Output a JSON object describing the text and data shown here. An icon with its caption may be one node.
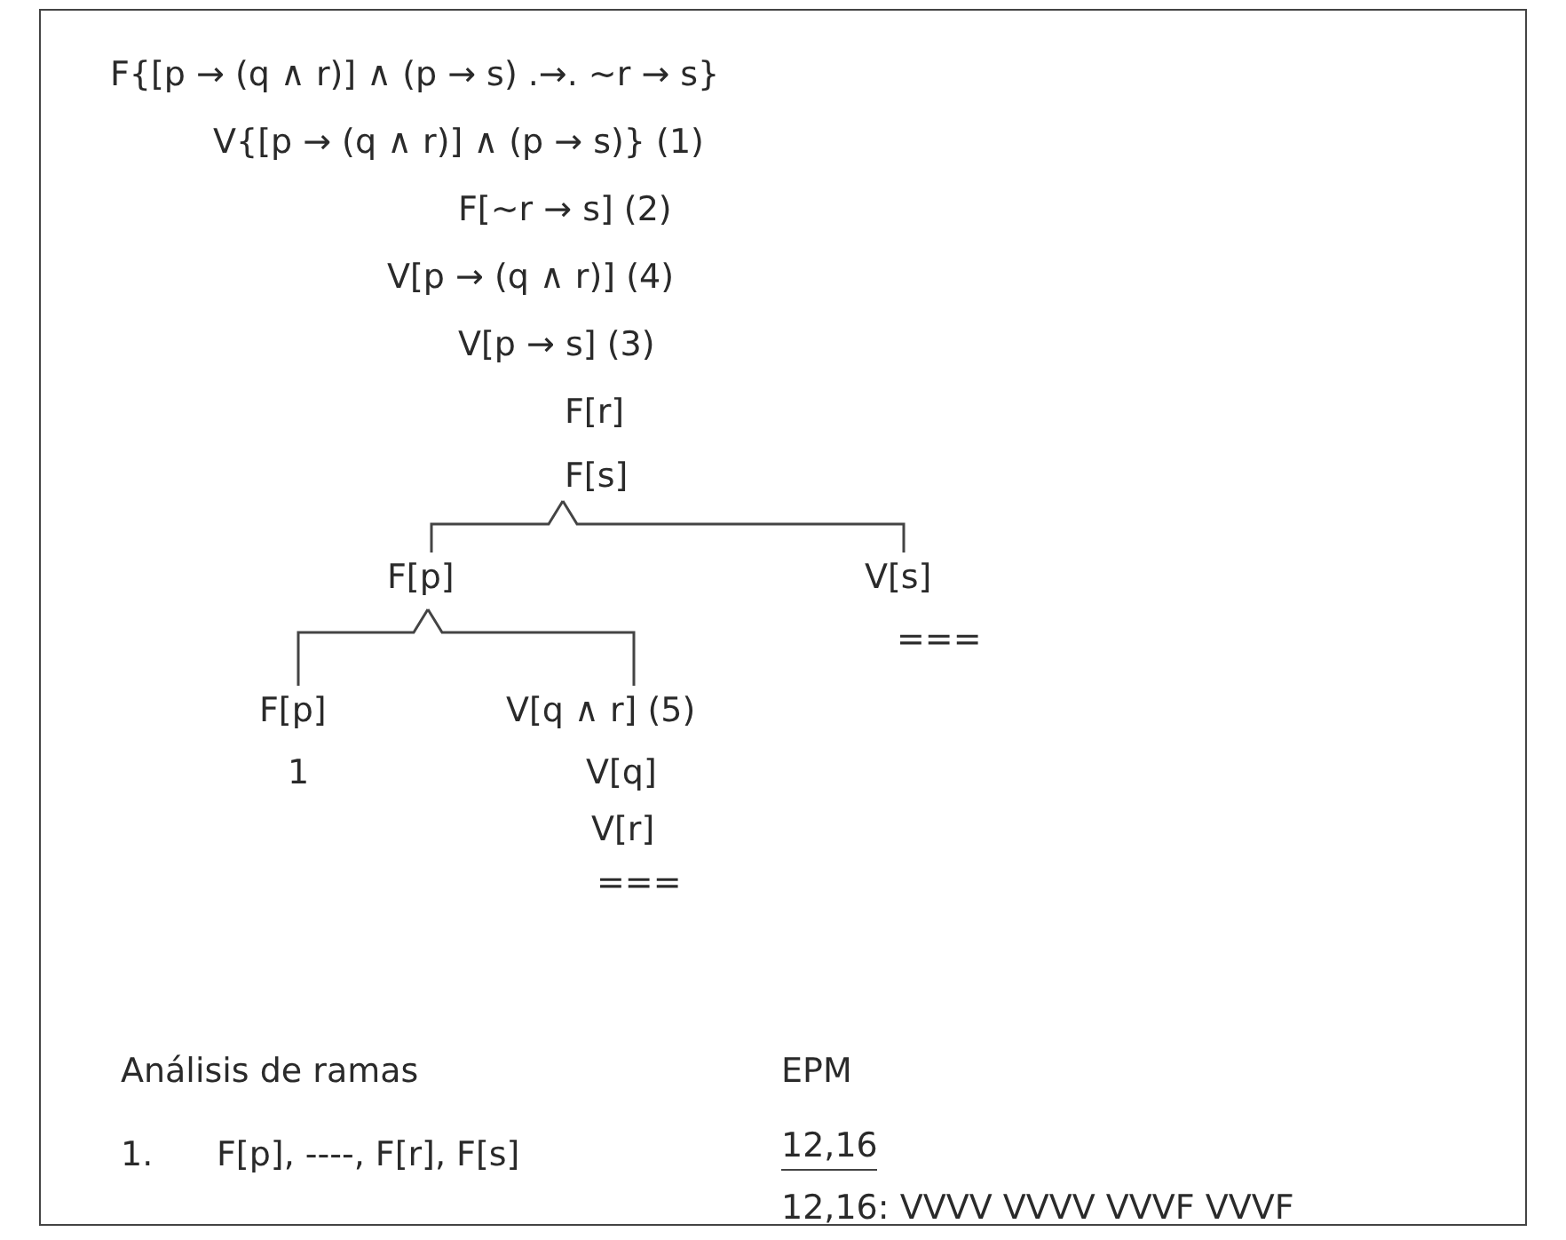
{
  "diagram": {
    "nodes": [
      {
        "text": [
          "F{[p → (q ∧ r)] ∧ (p → s) .→. ~r → s}",
          "V{[p → (q ∧ r)] ∧ (p → s)} (1)",
          "F[~r → s] (2)",
          "V[p → (q ∧ r)] (4)",
          "V[p → s] (3)",
          "F[r]",
          "F[s]"
        ]
      },
      {
        "text": [
          "F[p]"
        ]
      },
      {
        "text": [
          "V[s]",
          "==="
        ]
      },
      {
        "text": [
          "F[p]",
          "1"
        ]
      },
      {
        "text": [
          "V[q ∧ r] (5)",
          "V[q]",
          "V[r]",
          "==="
        ]
      }
    ],
    "edges": [
      {
        "from": 0,
        "to": 1,
        "arrow": "none"
      },
      {
        "from": 0,
        "to": 2,
        "arrow": "none"
      },
      {
        "from": 1,
        "to": 3,
        "arrow": "none"
      },
      {
        "from": 1,
        "to": 4,
        "arrow": "none"
      }
    ],
    "labels": [
      "Análisis de ramas",
      "EPM",
      "1.",
      "F[p], ----, F[r], F[s]",
      "12,16",
      "12,16: VVVV VVVV VVVF VVVF"
    ]
  }
}
